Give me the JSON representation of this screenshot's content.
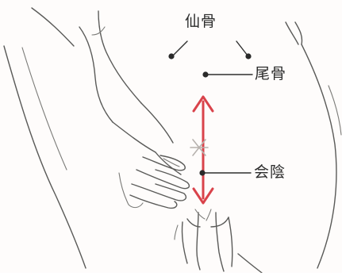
{
  "labels": {
    "sacrum": "仙骨",
    "coccyx": "尾骨",
    "perineum": "会陰"
  },
  "colors": {
    "pencil": "#5a5a58",
    "ink": "#2b2b2b",
    "arrow": "#d9434b",
    "star": "#b7b2ae",
    "background": "#fefcfb"
  }
}
